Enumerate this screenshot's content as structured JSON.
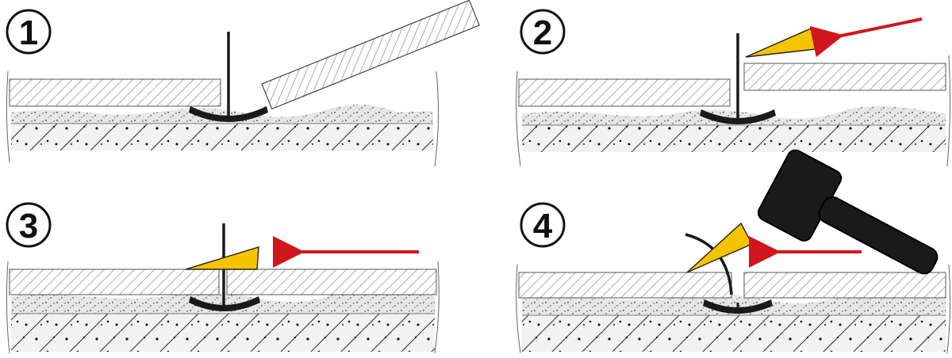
{
  "steps": [
    {
      "number": "1"
    },
    {
      "number": "2"
    },
    {
      "number": "3"
    },
    {
      "number": "4"
    }
  ],
  "colors": {
    "tile_hatch": "#8a8a8a",
    "adhesive_fill": "#e6e6e6",
    "substrate_fill": "#efefef",
    "clip_black": "#1a1a1a",
    "wedge_yellow": "#f5c400",
    "arrow_red": "#d0161c",
    "outline": "#222222"
  },
  "icons": {
    "leveling_clip": "clip-icon",
    "wedge": "wedge-icon",
    "push_arrow": "arrow-icon",
    "mallet": "hammer-icon"
  }
}
